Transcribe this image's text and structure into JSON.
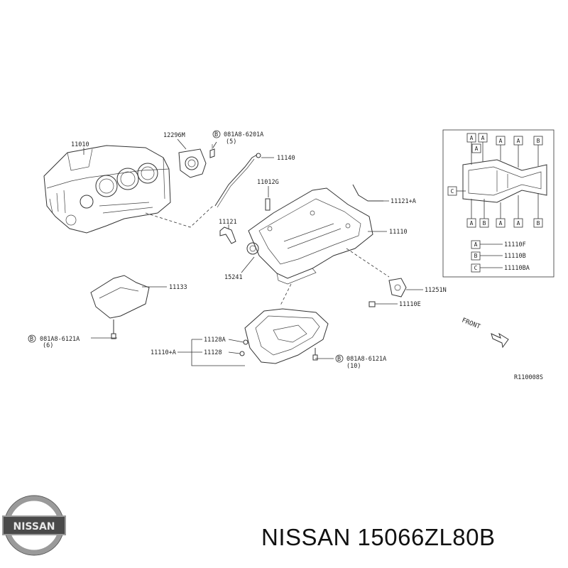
{
  "labels": {
    "block": "11010",
    "gasket_rear": "12296M",
    "bolt_top": "081A8-6201A",
    "bolt_top_qty": "(5)",
    "dipstick": "11140",
    "dip_guide": "11012G",
    "gasket_front": "11121+A",
    "upper_pan": "11110",
    "tube": "11121",
    "filter": "15241",
    "plate": "11133",
    "bolt_left": "081A8-6121A",
    "bolt_left_qty": "(6)",
    "seal": "11251N",
    "bolt_e": "11110E",
    "drain_a": "11128A",
    "drain_plug": "11128",
    "lower_pan": "11110+A",
    "bolt_bottom": "081A8-6121A",
    "bolt_bottom_qty": "(10)",
    "front": "FRONT",
    "ref": "R110008S"
  },
  "circle_b": "B",
  "inset": {
    "top_codes": [
      "A",
      "A",
      "A",
      "A",
      "B"
    ],
    "left_code": "C",
    "bottom_codes": [
      "A",
      "B",
      "A",
      "A",
      "B"
    ],
    "legend": [
      {
        "code": "A",
        "part": "11110F"
      },
      {
        "code": "B",
        "part": "11110B"
      },
      {
        "code": "C",
        "part": "11110BA"
      }
    ]
  },
  "footer": {
    "logo_text": "NISSAN",
    "title": "NISSAN 15066ZL80B"
  },
  "colors": {
    "ink": "#333333",
    "logo_silver": "#9a9a9a",
    "logo_band": "#4a4a4a"
  }
}
